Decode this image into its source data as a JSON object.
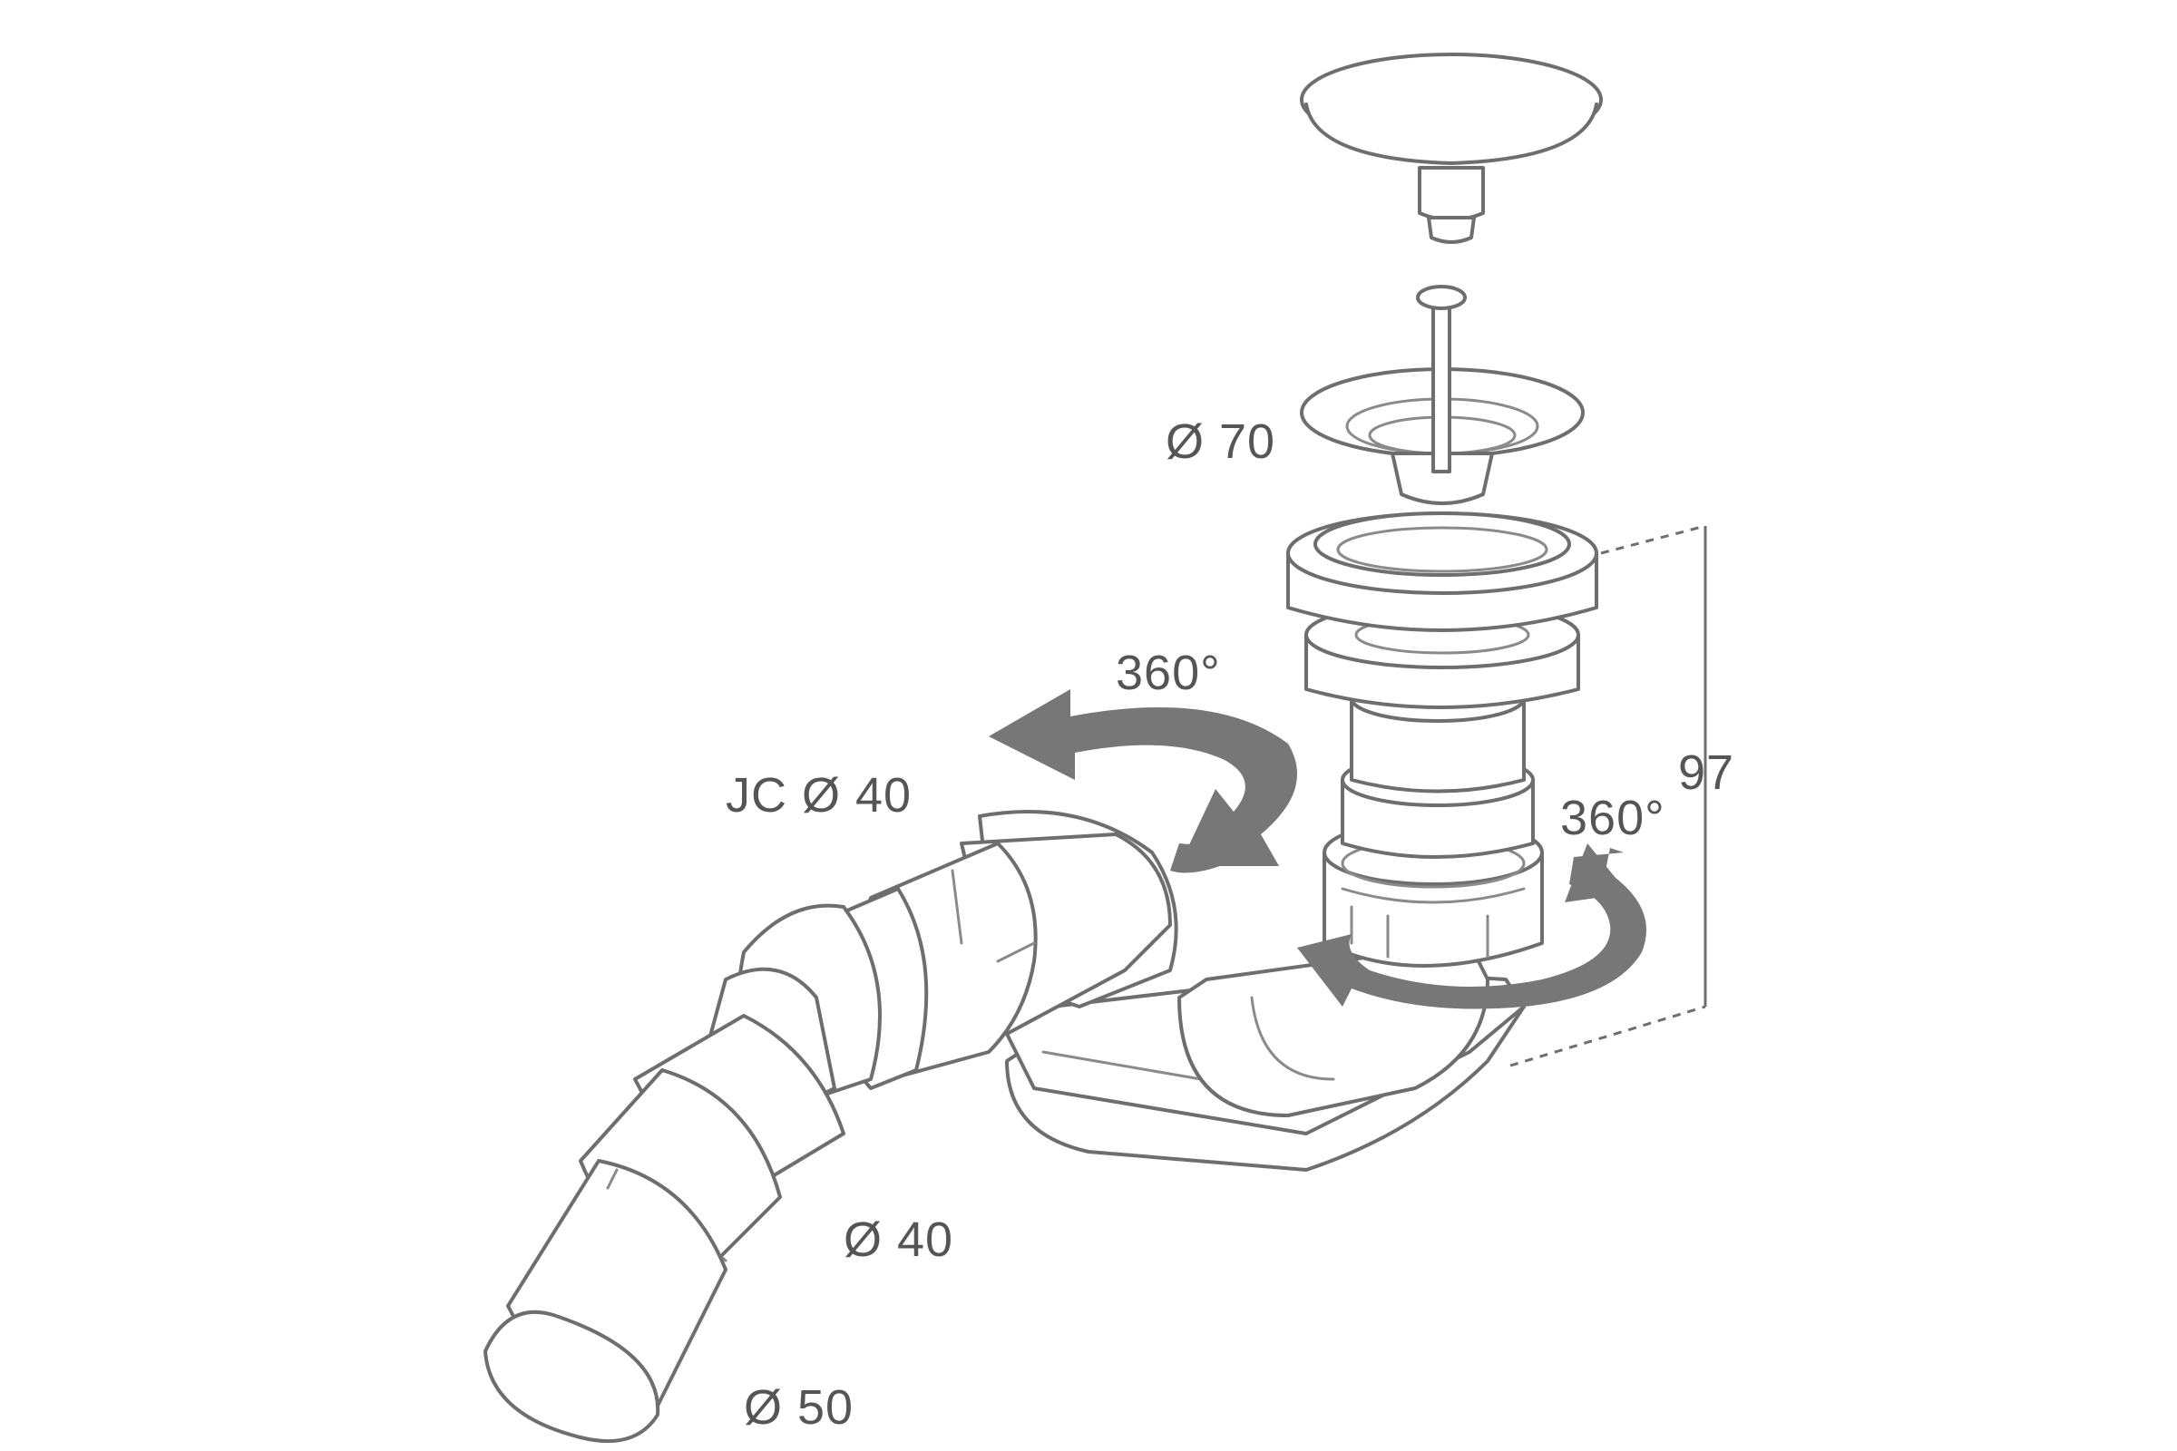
{
  "labels": {
    "dia70": "Ø 70",
    "rot_top": "360°",
    "jc40": "JC Ø 40",
    "rot_right": "360°",
    "height": "97",
    "dia40": "Ø 40",
    "dia50": "Ø 50"
  },
  "colors": {
    "line": "#6e6e6e",
    "arrow": "#777777",
    "text": "#555555"
  }
}
